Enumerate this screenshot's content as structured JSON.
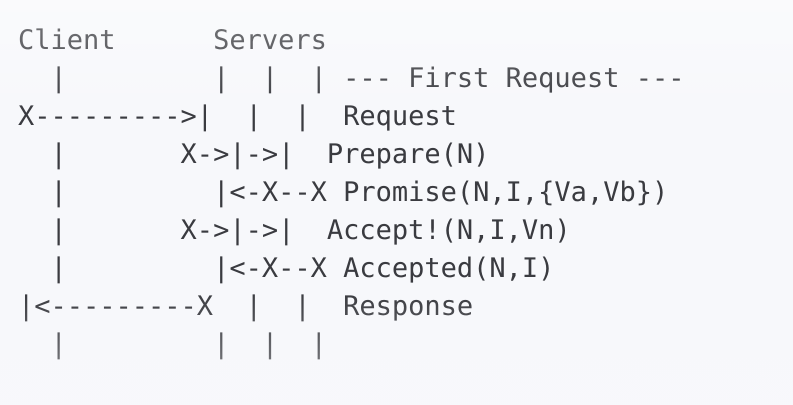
{
  "diagram": {
    "title_columns": {
      "client_label": "Client",
      "servers_label": "Servers"
    },
    "header_line": "Client      Servers",
    "section_marker": "--- First Request ---",
    "colors": {
      "background": "#f7f8fb",
      "text": "#3a3b40"
    },
    "lane_labels": [
      "Client",
      "Servers"
    ],
    "messages": [
      "Request",
      "Prepare(N)",
      "Promise(N,I,{Va,Vb})",
      "Accept!(N,I,Vn)",
      "Accepted(N,I)",
      "Response"
    ],
    "rows": [
      {
        "name": "section-header-row",
        "arrows": "  |         |  |  | ",
        "label": "--- First Request ---"
      },
      {
        "name": "request-row",
        "arrows": "X--------->|  |  | ",
        "label": " Request"
      },
      {
        "name": "prepare-row",
        "arrows": "  |       X->|->| ",
        "label": " Prepare(N)"
      },
      {
        "name": "promise-row",
        "arrows": "  |         |<-X--X",
        "label": " Promise(N,I,{Va,Vb})"
      },
      {
        "name": "accept-row",
        "arrows": "  |       X->|->| ",
        "label": " Accept!(N,I,Vn)"
      },
      {
        "name": "accepted-row",
        "arrows": "  |         |<-X--X",
        "label": " Accepted(N,I)"
      },
      {
        "name": "response-row",
        "arrows": "|<---------X  |  | ",
        "label": " Response"
      },
      {
        "name": "tail-row",
        "arrows": "  |         |  |  | ",
        "label": ""
      }
    ],
    "ascii_lines": [
      "Client      Servers",
      "  |         |  |  | --- First Request ---",
      "X--------->|  |  |  Request",
      "  |       X->|->|  Prepare(N)",
      "  |         |<-X--X Promise(N,I,{Va,Vb})",
      "  |       X->|->|  Accept!(N,I,Vn)",
      "  |         |<-X--X Accepted(N,I)",
      "|<---------X  |  |  Response",
      "  |         |  |  |"
    ]
  }
}
